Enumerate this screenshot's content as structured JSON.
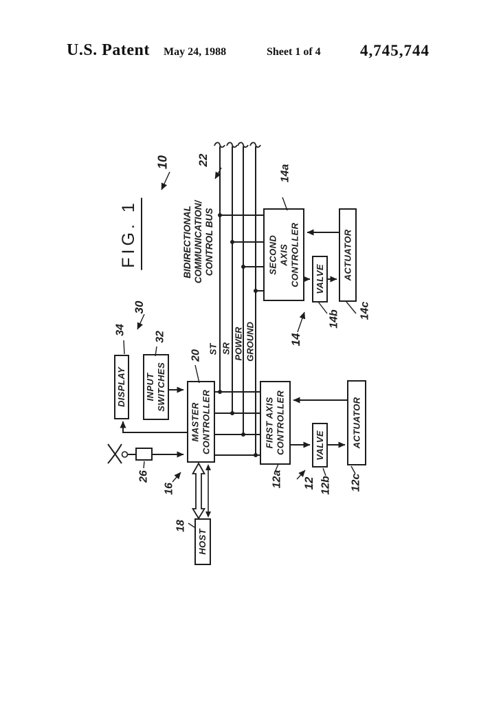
{
  "header": {
    "title": "U.S. Patent",
    "date": "May 24, 1988",
    "sheet": "Sheet 1 of 4",
    "patent_number": "4,745,744"
  },
  "figure_label": "FIG. 1",
  "bus": {
    "label_lines": [
      "BIDIRECTIONAL",
      "COMMUNICATION/",
      "CONTROL BUS"
    ],
    "signals": {
      "st": "ST",
      "sr": "SR",
      "power": "POWER",
      "ground": "GROUND"
    }
  },
  "boxes": {
    "display": {
      "label": "DISPLAY"
    },
    "input_switches": {
      "lines": [
        "INPUT",
        "SWITCHES"
      ]
    },
    "master": {
      "lines": [
        "MASTER",
        "CONTROLLER"
      ]
    },
    "host": {
      "label": "HOST"
    },
    "second_axis": {
      "lines": [
        "SECOND",
        "AXIS",
        "CONTROLLER"
      ]
    },
    "valve_second": {
      "label": "VALVE"
    },
    "actuator_second": {
      "label": "ACTUATOR"
    },
    "first_axis": {
      "lines": [
        "FIRST AXIS",
        "CONTROLLER"
      ]
    },
    "valve_first": {
      "label": "VALVE"
    },
    "actuator_first": {
      "label": "ACTUATOR"
    }
  },
  "refs": {
    "r10": "10",
    "r22": "22",
    "r30": "30",
    "r32": "32",
    "r34": "34",
    "r20": "20",
    "r26": "26",
    "r16": "16",
    "r18": "18",
    "r14": "14",
    "r14a": "14a",
    "r14b": "14b",
    "r14c": "14c",
    "r12": "12",
    "r12a": "12a",
    "r12b": "12b",
    "r12c": "12c"
  },
  "colors": {
    "ink": "#1d1d1d",
    "paper": "#ffffff"
  }
}
